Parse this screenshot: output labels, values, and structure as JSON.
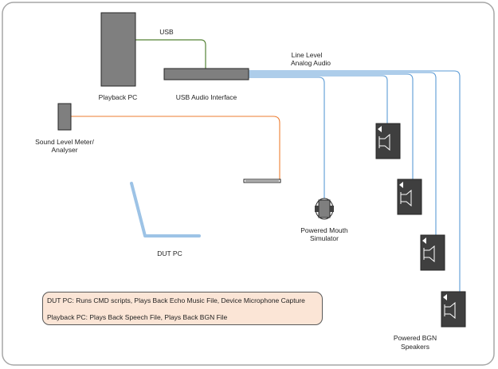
{
  "labels": {
    "usb": "USB",
    "line_level_1": "Line Level",
    "line_level_2": "Analog Audio",
    "playback_pc": "Playback PC",
    "usb_audio_interface": "USB Audio Interface",
    "sound_level_meter_1": "Sound Level Meter/",
    "sound_level_meter_2": "Analyser",
    "powered_mouth_1": "Powered Mouth",
    "powered_mouth_2": "Simulator",
    "dut_pc": "DUT PC",
    "powered_bgn_1": "Powered BGN",
    "powered_bgn_2": "Speakers"
  },
  "notes": {
    "line1": "DUT PC: Runs CMD scripts, Plays Back Echo Music File, Device Microphone Capture",
    "line2": "Playback PC: Plays Back Speech File, Plays Back BGN File"
  },
  "colors": {
    "frame_border": "#a6a6a6",
    "frame_fill": "#ffffff",
    "device_fill": "#7f7f7f",
    "device_dark": "#3f3f3f",
    "usb_cable": "#548235",
    "analog_cable": "#5b9bd5",
    "meter_cable": "#ed7d31",
    "laptop": "#9dc3e6",
    "notes_fill": "#fbe5d6"
  },
  "icons": [
    "speaker-icon",
    "mouth-simulator-icon",
    "laptop-icon",
    "microphone-device-icon"
  ]
}
